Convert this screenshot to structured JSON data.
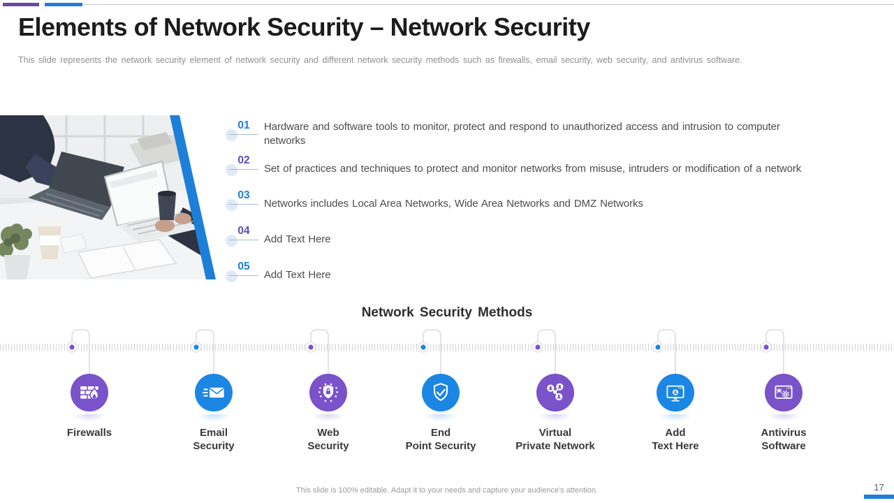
{
  "accent": {
    "purple": "#6a4a9e",
    "blue": "#1e7fd8"
  },
  "header": {
    "title": "Elements of Network Security – Network Security",
    "subtitle": "This slide represents the network security element of network security and different network security methods such as firewalls, email security, web security, and antivirus software."
  },
  "points": {
    "items": [
      {
        "number": "01",
        "color": "#1e7fd8",
        "text": "Hardware and software tools to monitor, protect and respond to unauthorized access and intrusion to computer networks"
      },
      {
        "number": "02",
        "color": "#5f4bb7",
        "text": "Set of practices and techniques to protect and monitor networks from misuse, intruders or modification of a network"
      },
      {
        "number": "03",
        "color": "#1e7fd8",
        "text": "Networks includes Local Area Networks, Wide Area Networks and DMZ Networks"
      },
      {
        "number": "04",
        "color": "#5f4bb7",
        "text": "Add Text Here"
      },
      {
        "number": "05",
        "color": "#1e7fd8",
        "text": "Add Text Here"
      }
    ]
  },
  "methods": {
    "heading": "Network Security Methods",
    "items": [
      {
        "label": "Firewalls",
        "icon": "firewall-icon",
        "color": "#7a52c9"
      },
      {
        "label": "Email\nSecurity",
        "icon": "email-icon",
        "color": "#1b86e3"
      },
      {
        "label": "Web\nSecurity",
        "icon": "web-security-icon",
        "color": "#7a52c9"
      },
      {
        "label": "End\nPoint Security",
        "icon": "endpoint-shield-icon",
        "color": "#1b86e3"
      },
      {
        "label": "Virtual\nPrivate Network",
        "icon": "vpn-network-icon",
        "color": "#7a52c9"
      },
      {
        "label": "Add\nText Here",
        "icon": "browser-user-icon",
        "color": "#1b86e3"
      },
      {
        "label": "Antivirus\nSoftware",
        "icon": "antivirus-browser-icon",
        "color": "#7a52c9"
      }
    ]
  },
  "footer": {
    "note": "This slide is 100% editable. Adapt it to your needs and capture your audience's attention.",
    "page_number": "17"
  }
}
